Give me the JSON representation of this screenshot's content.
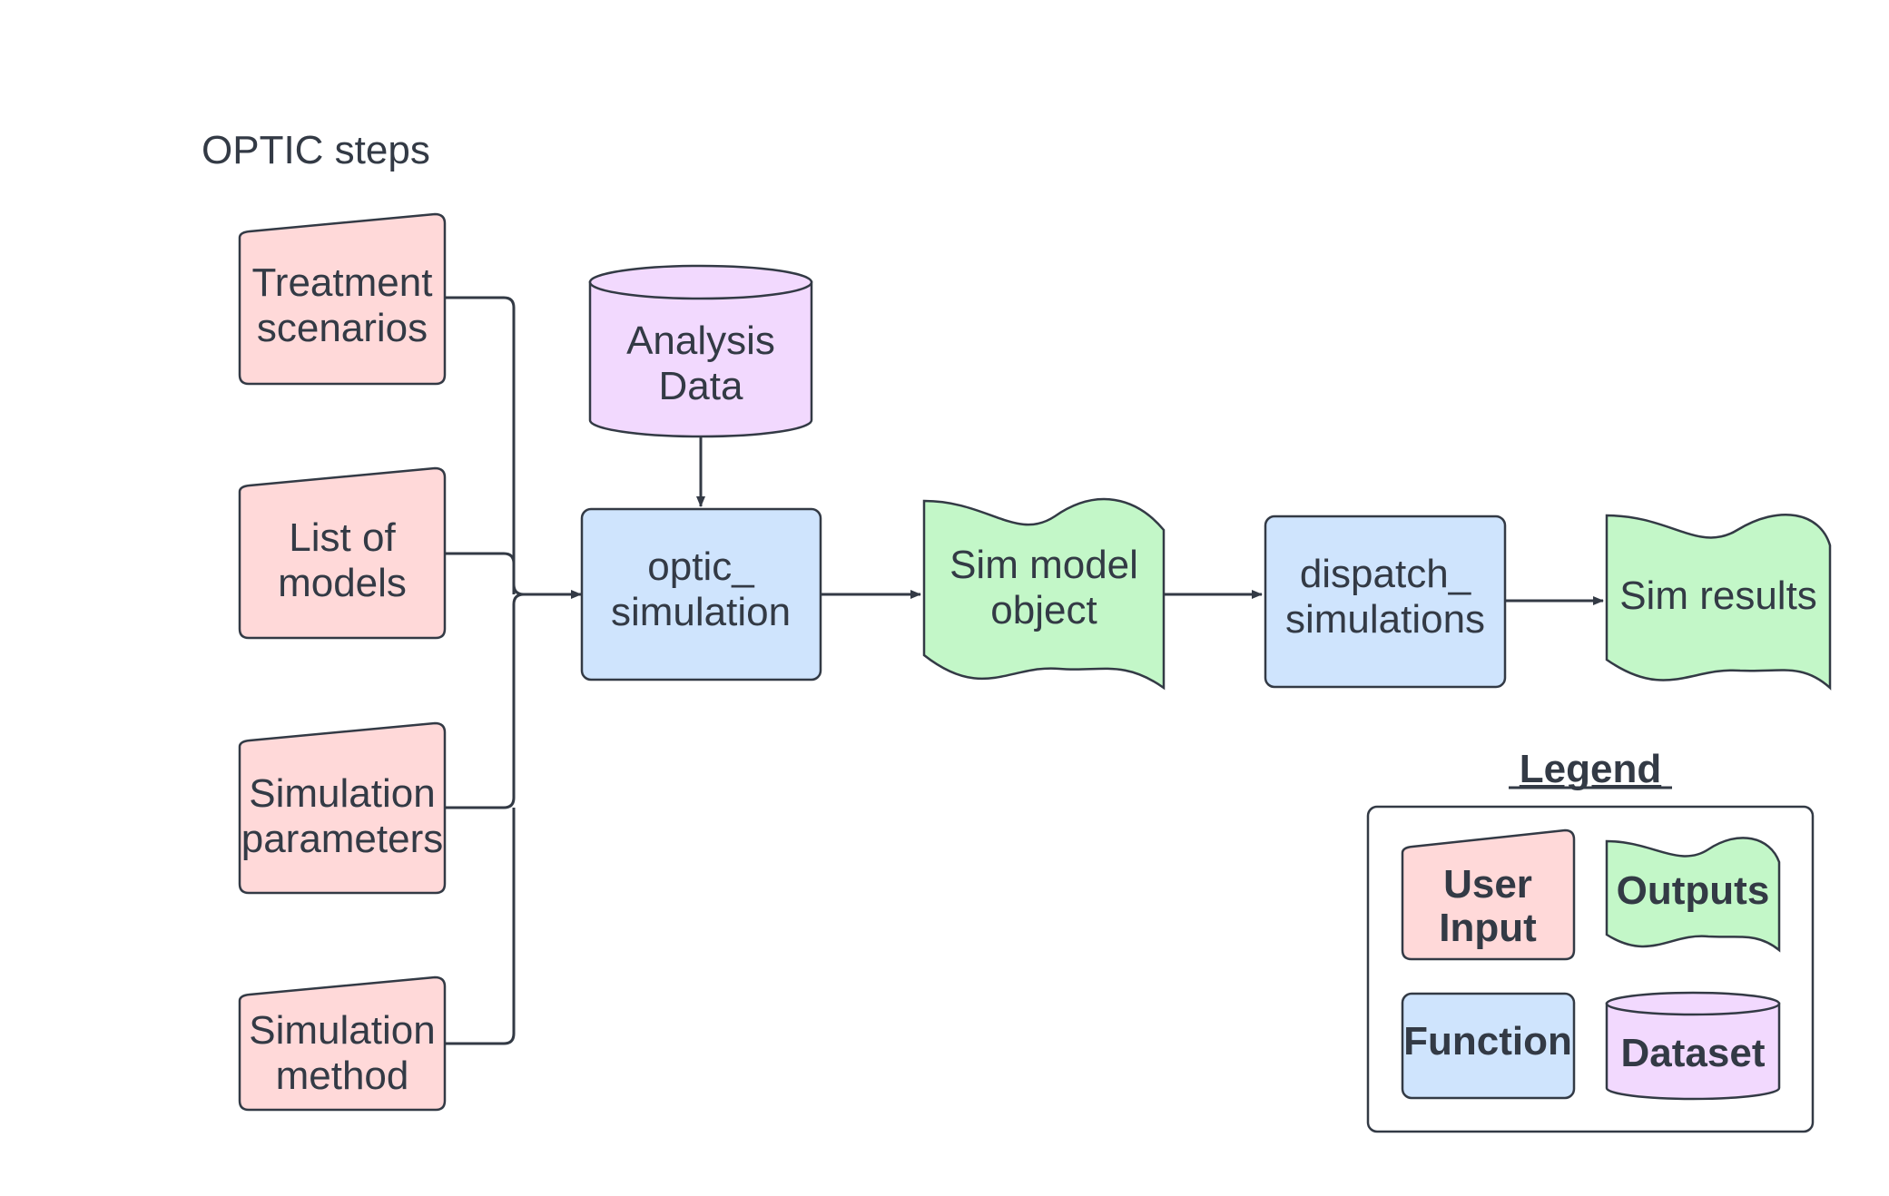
{
  "title": "OPTIC steps",
  "colors": {
    "stroke": "#333a45",
    "user_input": "#ffd9d9",
    "function": "#cfe4fd",
    "outputs": "#c3f7c8",
    "dataset": "#f2d9fe"
  },
  "inputs": [
    {
      "line1": "Treatment",
      "line2": "scenarios"
    },
    {
      "line1": "List of",
      "line2": "models"
    },
    {
      "line1": "Simulation",
      "line2": "parameters"
    },
    {
      "line1": "Simulation",
      "line2": "method"
    }
  ],
  "analysis_data": {
    "line1": "Analysis",
    "line2": "Data"
  },
  "optic_simulation": {
    "line1": "optic_",
    "line2": "simulation"
  },
  "sim_model_object": {
    "line1": "Sim model",
    "line2": "object"
  },
  "dispatch_simulations": {
    "line1": "dispatch_",
    "line2": "simulations"
  },
  "sim_results": {
    "label": "Sim results"
  },
  "legend": {
    "title": "Legend",
    "user_input": {
      "line1": "User",
      "line2": "Input"
    },
    "outputs": "Outputs",
    "function": "Function",
    "dataset": "Dataset"
  }
}
